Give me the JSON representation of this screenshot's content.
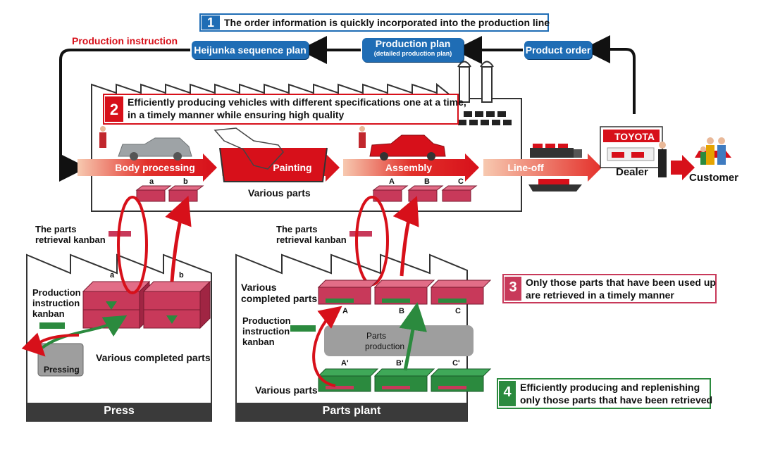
{
  "step1": {
    "number": "1",
    "text": "The order information is quickly incorporated into the production line"
  },
  "step2": {
    "number": "2",
    "line1": "Efficiently producing vehicles with different specifications one at a time,",
    "line2": "in a timely manner while ensuring high quality"
  },
  "step3": {
    "number": "3",
    "line1": "Only those parts that have been used up",
    "line2": "are retrieved in a timely manner"
  },
  "step4": {
    "number": "4",
    "line1": "Efficiently producing and replenishing",
    "line2": "only those parts that have been retrieved"
  },
  "top_flow": {
    "production_instruction": "Production instruction",
    "heijunka": "Heijunka sequence plan",
    "production_plan": "Production plan",
    "production_plan_sub": "(detailed production plan)",
    "product_order": "Product order"
  },
  "line": {
    "body_processing": "Body processing",
    "painting": "Painting",
    "assembly": "Assembly",
    "line_off": "Line-off",
    "various_parts": "Various parts",
    "dealer": "Dealer",
    "customer": "Customer",
    "brand": "TOYOTA"
  },
  "bins": {
    "a": "a",
    "b": "b",
    "A": "A",
    "B": "B",
    "C": "C",
    "A2": "A'",
    "B2": "B'",
    "C2": "C'"
  },
  "press": {
    "title": "Press",
    "retrieval_kanban_1": "The parts",
    "retrieval_kanban_2": "retrieval kanban",
    "instr_1": "Production",
    "instr_2": "instruction",
    "instr_3": "kanban",
    "pressing": "Pressing",
    "completed": "Various completed parts"
  },
  "parts_plant": {
    "title": "Parts plant",
    "retrieval_kanban_1": "The parts",
    "retrieval_kanban_2": "retrieval kanban",
    "completed_1": "Various",
    "completed_2": "completed parts",
    "instr_1": "Production",
    "instr_2": "instruction",
    "instr_3": "kanban",
    "production_1": "Parts",
    "production_2": "production",
    "various_parts": "Various parts"
  },
  "colors": {
    "red": "#d7101a",
    "blue": "#1f6db5",
    "green": "#2b8a3e",
    "pink": "#c8395a",
    "dark": "#3a3a3a"
  }
}
